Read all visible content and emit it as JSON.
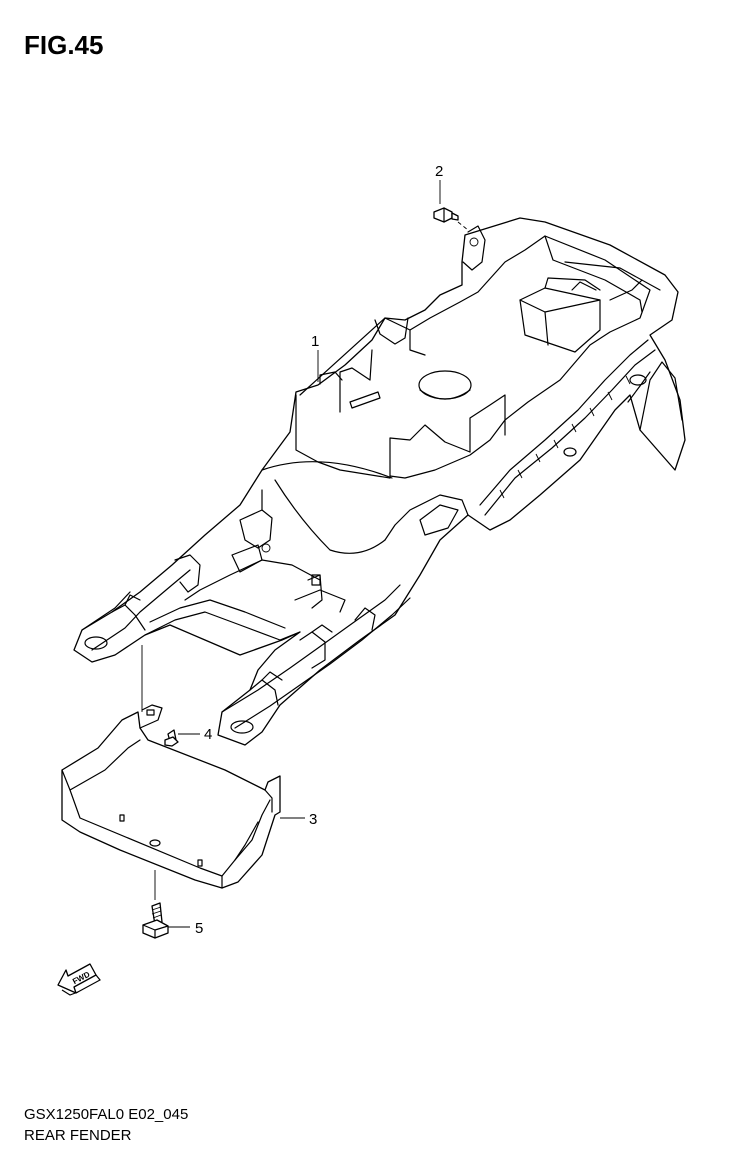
{
  "figure_title": "FIG.45",
  "footer": {
    "code": "GSX1250FAL0 E02_045",
    "name": "REAR FENDER"
  },
  "callouts": {
    "c1": "1",
    "c2": "2",
    "c3": "3",
    "c4": "4",
    "c5": "5"
  },
  "fwd_label": "FWD",
  "icons": [
    "fwd-arrow-icon"
  ]
}
